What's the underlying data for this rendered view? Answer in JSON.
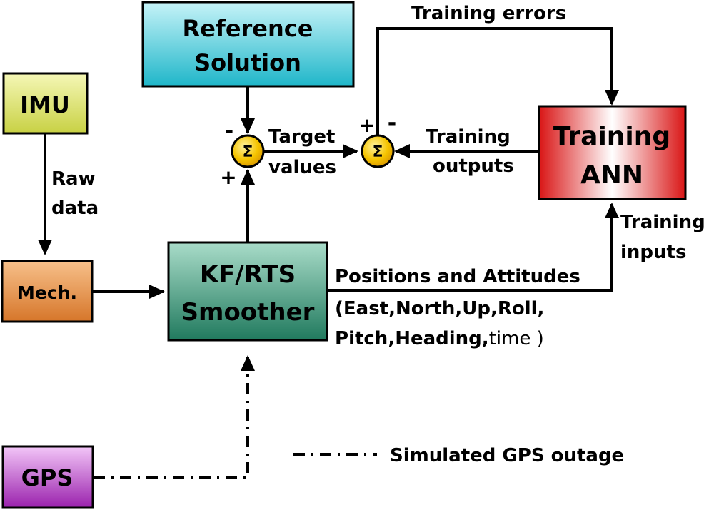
{
  "blocks": {
    "reference": {
      "line1": "Reference",
      "line2": "Solution"
    },
    "imu": {
      "label": "IMU"
    },
    "mech": {
      "label": "Mech."
    },
    "kf": {
      "line1": "KF/RTS",
      "line2": "Smoother"
    },
    "ann": {
      "line1": "Training",
      "line2": "ANN"
    },
    "gps": {
      "label": "GPS"
    }
  },
  "sum_symbol": "Σ",
  "signs": {
    "sum1_top": "-",
    "sum1_bottom": "+",
    "sum2_plus": "+",
    "sum2_minus": "-"
  },
  "labels": {
    "raw_data_1": "Raw",
    "raw_data_2": "data",
    "target_1": "Target",
    "target_2": "values",
    "training_errors": "Training errors",
    "training_outputs_1": "Training",
    "training_outputs_2": "outputs",
    "training_inputs_1": "Training",
    "training_inputs_2": "inputs",
    "positions_title": "Positions and Attitudes",
    "positions_line1": "(East,North,Up,Roll,",
    "positions_line2_bold": "Pitch,Heading,",
    "positions_line2_normal": "time )"
  },
  "legend": {
    "text": "Simulated GPS outage"
  },
  "colors": {
    "reference": "#2ec4d6",
    "imu": "#d4dc58",
    "mech": "#e48a3c",
    "kf": "#2f8f73",
    "ann": "#e01e1e",
    "gps": "#a62fb8",
    "sum": "#f5b800"
  }
}
